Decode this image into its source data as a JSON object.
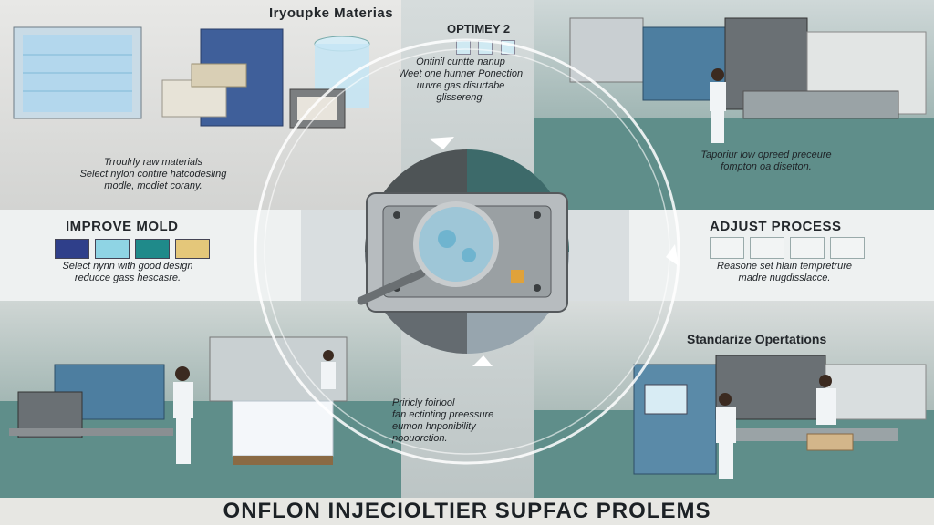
{
  "top_left": {
    "title": "Iryoupke Materias",
    "caption_lines": [
      "Trroulrly raw materials",
      "Select nylon contire hatcodesling",
      "modle, modiet corany."
    ]
  },
  "top_middle": {
    "title": "OPTIMEY 2",
    "caption_lines": [
      "Ontinil cuntte nanup",
      "Weet one hunner Ponection",
      "uuvre gas disurtabe",
      "glissereng."
    ]
  },
  "top_right": {
    "caption_lines": [
      "Taporiur low opreed preceure",
      "fompton oa disetton."
    ]
  },
  "mid_left": {
    "title": "IMPROVE MOLD",
    "caption_lines": [
      "Select nynn with good design",
      "reducce gass hescasre."
    ],
    "swatches": [
      "#2f3f8a",
      "#8fd4e4",
      "#1f8a8a",
      "#e4c77a"
    ]
  },
  "mid_right": {
    "title": "ADJUST PROCESS",
    "caption_lines": [
      "Reasone set hlain tempretrure",
      "madre nugdisslacce."
    ]
  },
  "bottom_right": {
    "title": "Standarize Opertations"
  },
  "bottom_middle": {
    "caption_lines": [
      "Priricly foirlool",
      "fan ectinting preessure",
      "eumon hnponibility",
      "poouorction."
    ]
  },
  "footer": {
    "title": "ONFLON INJECIOLTIER SUPFAC PROLEMS"
  },
  "colors": {
    "accent_teal": "#5f8e8a",
    "machine_blue": "#3f6f92",
    "dark_slate": "#4a5052"
  }
}
